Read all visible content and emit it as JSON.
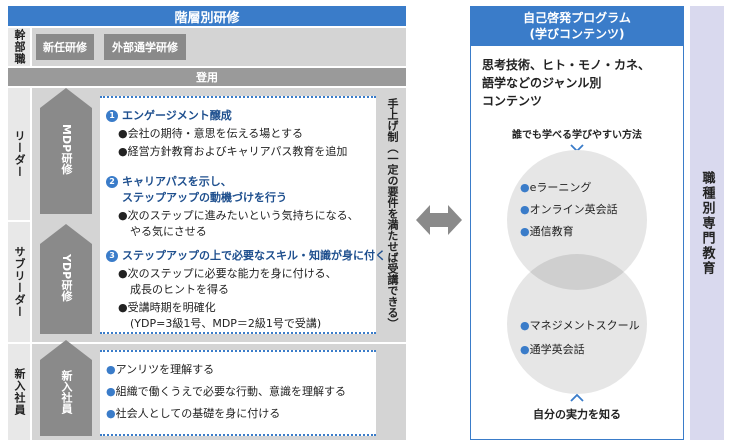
{
  "left_title": "階層別研修",
  "rows": {
    "kanbu": "幹部職",
    "leader": "リーダー",
    "subleader": "サブリーダー",
    "shinnyu": "新入社員"
  },
  "kanbu_items": [
    "新任研修",
    "外部通学研修"
  ],
  "promotion": "登用",
  "mdp_label": "MDP研修",
  "ydp_label": "YDP研修",
  "new_label": "新入社員",
  "self_declaration": "手上げ制（一定の要件を満たせば受講できる）",
  "blocks": [
    {
      "num": "1",
      "title": [
        "エンゲージメント醸成"
      ],
      "bullets": [
        [
          "会社の期待・意思を伝える場とする"
        ],
        [
          "経営方針教育およびキャリアパス教育を追加"
        ]
      ]
    },
    {
      "num": "2",
      "title": [
        "キャリアパスを示し、",
        "ステップアップの動機づけを行う"
      ],
      "bullets": [
        [
          "次のステップに進みたいという気持ちになる、",
          "やる気にさせる"
        ]
      ]
    },
    {
      "num": "3",
      "title": [
        "ステップアップの上で必要なスキル・知識が身に付く"
      ],
      "bullets": [
        [
          "次のステップに必要な能力を身に付ける、",
          "成長のヒントを得る"
        ],
        [
          "受講時期を明確化",
          "(YDP=3級1号、MDP＝2級1号で受講)"
        ]
      ]
    }
  ],
  "new_bullets": [
    "アンリツを理解する",
    "組織で働くうえで必要な行動、意識を理解する",
    "社会人としての基礎を身に付ける"
  ],
  "right_title": [
    "自己啓発プログラム",
    "(学びコンテンツ)"
  ],
  "right_intro": [
    "思考技術、ヒト・モノ・カネ、",
    "語学などのジャンル別",
    "コンテンツ"
  ],
  "top_caption": "誰でも学べる学びやすい方法",
  "circle_top_items": [
    "eラーニング",
    "オンライン英会話",
    "通信教育"
  ],
  "circle_bottom_items": [
    "マネジメントスクール",
    "通学英会話"
  ],
  "bottom_caption": "自分の実力を知る",
  "side_label": "職種別専門教育",
  "colors": {
    "accent": "#3a7cc9",
    "gray": "#d4d4d4",
    "dark_gray": "#8a8a8a"
  }
}
